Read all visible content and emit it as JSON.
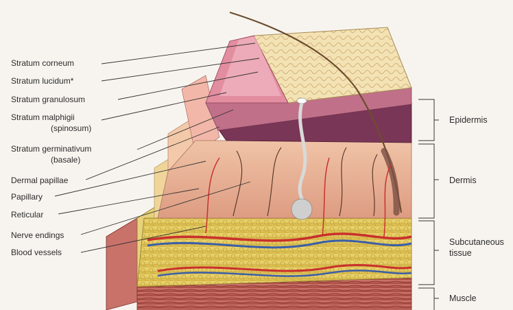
{
  "left_labels": [
    {
      "id": "corneum",
      "text": "Stratum corneum"
    },
    {
      "id": "lucidum",
      "text": "Stratum lucidum*"
    },
    {
      "id": "granulosum",
      "text": "Stratum granulosum"
    },
    {
      "id": "malphigii",
      "text": "Stratum malphigii",
      "sub": "(spinosum)"
    },
    {
      "id": "germinativum",
      "text": "Stratum germinativum",
      "sub": "(basale)"
    },
    {
      "id": "dermal-papillae",
      "text": "Dermal papillae"
    },
    {
      "id": "papillary",
      "text": "Papillary"
    },
    {
      "id": "reticular",
      "text": "Reticular"
    },
    {
      "id": "nerve-endings",
      "text": "Nerve endings"
    },
    {
      "id": "blood-vessels",
      "text": "Blood vessels"
    }
  ],
  "right_labels": [
    {
      "id": "epidermis",
      "text": "Epidermis"
    },
    {
      "id": "dermis",
      "text": "Dermis"
    },
    {
      "id": "subcutaneous",
      "text": "Subcutaneous",
      "sub": "tissue"
    },
    {
      "id": "muscle",
      "text": "Muscle"
    }
  ],
  "colors": {
    "background": "#f7f4ef",
    "corneum": "#f3e2b4",
    "epidermis_dark": "#6b2d4a",
    "dermis": "#e9b396",
    "fat": "#e6cf63",
    "muscle": "#b95a52",
    "artery": "#c9302c",
    "vein": "#3a5fa8",
    "leader": "#333333"
  }
}
